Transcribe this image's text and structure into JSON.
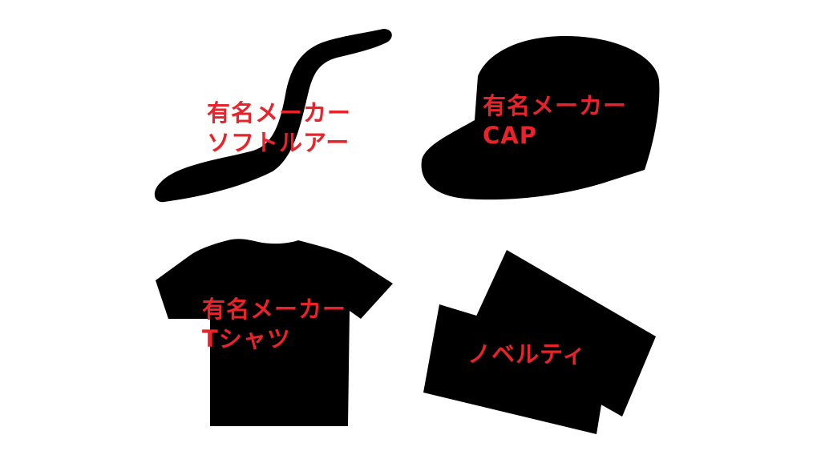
{
  "colors": {
    "background": "#ffffff",
    "silhouette": "#000000",
    "caption": "#e8232a"
  },
  "items": [
    {
      "id": "soft-lure",
      "icon": "soft-lure-silhouette",
      "lines": [
        "有名メーカー",
        "ソフトルアー"
      ]
    },
    {
      "id": "cap",
      "icon": "cap-silhouette",
      "lines": [
        "有名メーカー",
        "CAP"
      ]
    },
    {
      "id": "tshirt",
      "icon": "tshirt-silhouette",
      "lines": [
        "有名メーカー",
        "Tシャツ"
      ]
    },
    {
      "id": "novelty",
      "icon": "novelty-silhouette",
      "lines": [
        "ノベルティ"
      ]
    }
  ]
}
